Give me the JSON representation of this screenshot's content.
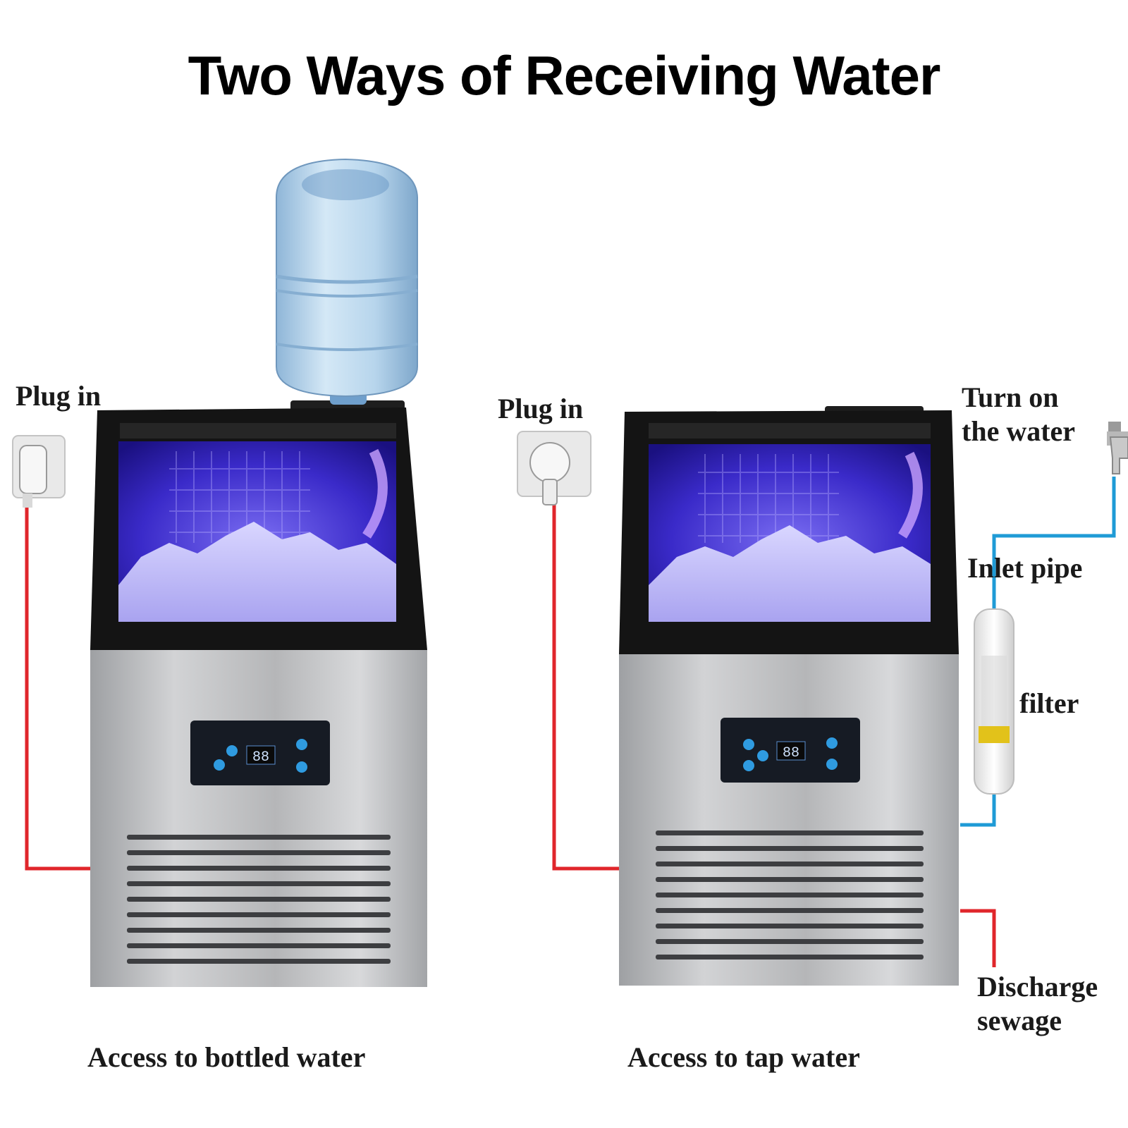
{
  "title": "Two Ways of Receiving Water",
  "left_panel": {
    "plug_label": "Plug in",
    "caption": "Access to bottled water"
  },
  "right_panel": {
    "plug_label": "Plug in",
    "water_label": "Turn on the water",
    "inlet_label": "Inlet pipe",
    "filter_label": "filter",
    "discharge_label": "Discharge sewage",
    "caption": "Access to tap water"
  },
  "colors": {
    "power_cable": "#e0262b",
    "inlet_pipe": "#1f9bd6",
    "drain_pipe": "#e0262b",
    "ice_light": "#3d2bd6",
    "cabinet": "#b8b9bb"
  }
}
